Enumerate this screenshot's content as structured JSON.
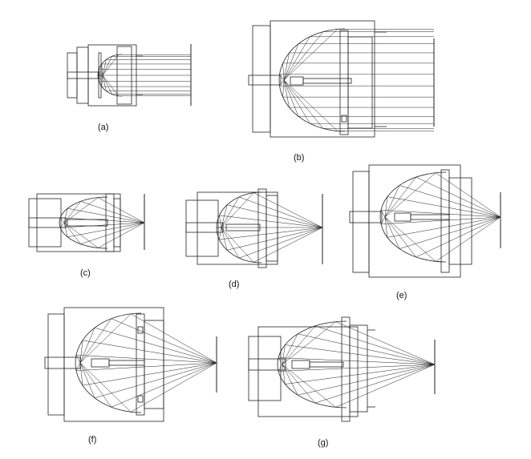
{
  "panels": [
    {
      "id": "a",
      "label": "(a)",
      "focus": "collimated"
    },
    {
      "id": "b",
      "label": "(b)",
      "focus": "collimated"
    },
    {
      "id": "c",
      "label": "(c)",
      "focus": "point"
    },
    {
      "id": "d",
      "label": "(d)",
      "focus": "point"
    },
    {
      "id": "e",
      "label": "(e)",
      "focus": "point"
    },
    {
      "id": "f",
      "label": "(f)",
      "focus": "point"
    },
    {
      "id": "g",
      "label": "(g)",
      "focus": "point"
    }
  ],
  "colors": {
    "stroke": "#222222",
    "background": "#ffffff"
  }
}
